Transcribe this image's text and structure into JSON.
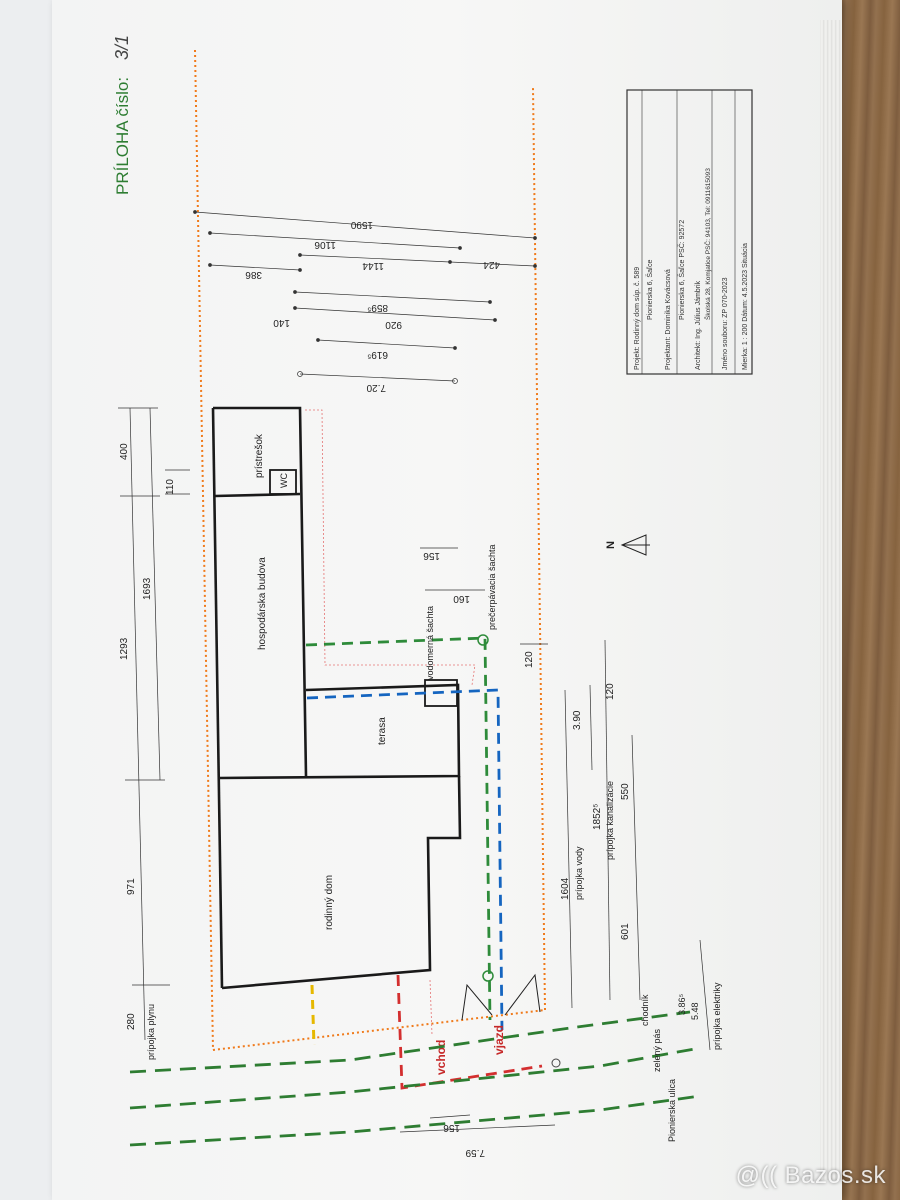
{
  "header": {
    "title": "PRÍLOHA číslo:",
    "handwritten_number": "3/1"
  },
  "title_block": {
    "lines": [
      "Projekt:   Rodinný dom súp. č. 589",
      "Pionierska 6, Šaľce",
      "Projektant:   Dominika Kovácsová",
      "Pionierska 6, Šaľce PSČ: 92572",
      "Architekt:   Ing. Július Jámbrik",
      "Školská 28, Komjatice PSČ: 94103, Tel: 0911615093",
      "Jméno souboru: ZP 070-2023",
      "Mierka:  1 : 200   Dátum:   4.5.2023   Situácia"
    ]
  },
  "rooms": {
    "prístrešok": "prístrešok",
    "wc": "WC",
    "hospodárska_budova": "hospodárska budova",
    "terasa": "terasa",
    "rodinný_dom": "rodinný dom"
  },
  "labels": {
    "vodomerna_sachta": "vodomerná šachta",
    "precerpavacia_sachta": "prečerpávacia šachta",
    "vchod": "vchod",
    "vjazd": "vjazd",
    "pripojka_plynu": "prípojka plynu",
    "pripojka_vody": "prípojka vody",
    "pripojka_kanalizacie": "prípojka kanalizácie",
    "pripojka_elektriky": "prípojka elektriky",
    "chodnik": "chodník",
    "zeleny_pas": "zelený pás",
    "pionierska_ulica": "Pionierska ulica",
    "north": "N"
  },
  "dimensions": {
    "d1590": "1590",
    "d1106": "1106",
    "d386": "386",
    "d1144": "1144",
    "d424": "424",
    "d140": "140",
    "d8595": "859⁵",
    "d920": "920",
    "d6195": "619⁵",
    "d720": "7.20",
    "d400": "400",
    "d110": "110",
    "d1293": "1293",
    "d1693": "1693",
    "d971": "971",
    "d280": "280",
    "d156a": "156",
    "d160": "160",
    "d120a": "120",
    "d120b": "120",
    "d390": "3.90",
    "d1604": "1604",
    "d18525": "1852⁵",
    "d550": "550",
    "d601": "601",
    "d3865": "3.86⁵",
    "d548": "5.48",
    "d156b": "156",
    "d759": "7.59"
  },
  "watermark": "@(( Bazos.sk"
}
